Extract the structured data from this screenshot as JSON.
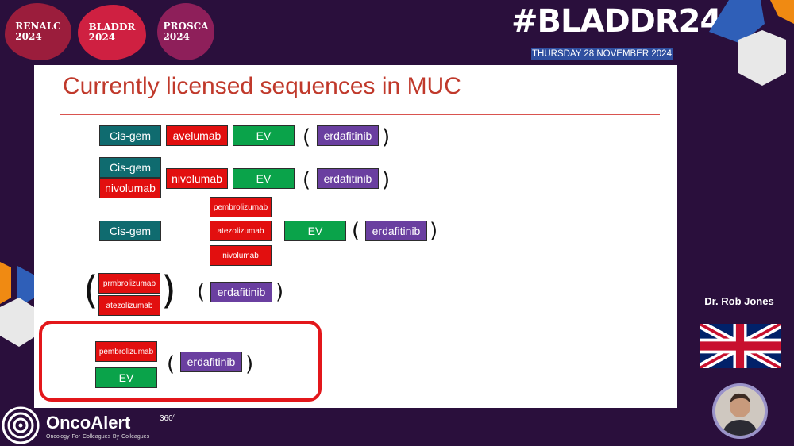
{
  "header": {
    "conferences": [
      {
        "line1": "RENALC",
        "line2": "2024"
      },
      {
        "line1": "BLADDR",
        "line2": "2024"
      },
      {
        "line1": "PROSCA",
        "line2": "2024"
      }
    ],
    "hashtag": "#BLADDR24",
    "date": "THURSDAY 28 NOVEMBER 2024"
  },
  "slide": {
    "title": "Currently licensed sequences in MUC",
    "rows": [
      {
        "items": [
          "Cis-gem",
          "avelumab",
          "EV",
          "erdafitinib"
        ]
      },
      {
        "items": [
          "Cis-gem",
          "nivolumab",
          "nivolumab",
          "EV",
          "erdafitinib"
        ]
      },
      {
        "items": [
          "Cis-gem",
          "pembrolizumab",
          "atezolizumab",
          "nivolumab",
          "EV",
          "erdafitinib"
        ]
      },
      {
        "items": [
          "prmbrolizumab",
          "atezolizumab",
          "erdafitinib"
        ]
      },
      {
        "items": [
          "pembrolizumab",
          "EV",
          "erdafitinib"
        ]
      }
    ],
    "paren_open": "(",
    "paren_close": ")"
  },
  "speaker": {
    "name": "Dr. Rob Jones"
  },
  "logo": {
    "name": "OncoAlert",
    "sup": "360°",
    "tagline": "Oncology   For Colleagues   By Colleagues"
  },
  "colors": {
    "teal": "#0f6b6f",
    "red": "#e20f0f",
    "green": "#0aa34a",
    "purple": "#6a3fa0",
    "highlight": "#e3171b"
  }
}
